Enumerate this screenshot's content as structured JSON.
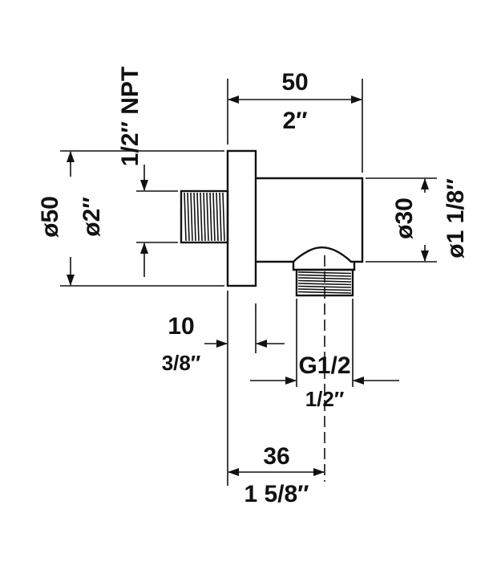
{
  "dimensions": {
    "total_width_mm": "50",
    "total_width_in": "2″",
    "pipe_thread_in": "1/2″ NPT",
    "flange_dia_mm": "ø50",
    "flange_dia_in": "ø2″",
    "body_dia_mm": "ø30",
    "body_dia_in": "ø1 1/8″",
    "flange_thickness_mm": "10",
    "flange_thickness_in": "3/8″",
    "outlet_thread": "G1/2",
    "outlet_thread_in": "1/2″",
    "outlet_offset_mm": "36",
    "outlet_offset_in": "1 5/8″"
  }
}
